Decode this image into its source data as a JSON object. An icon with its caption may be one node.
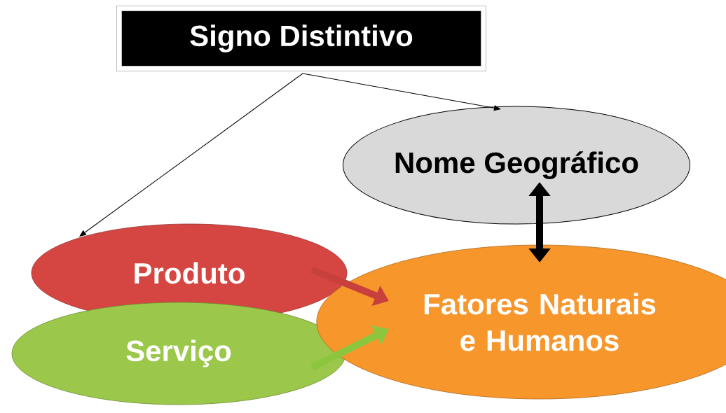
{
  "diagram": {
    "nodes": [
      {
        "text": [
          "Signo Distintivo"
        ]
      },
      {
        "text": [
          "Nome Geográfico"
        ]
      },
      {
        "text": [
          "Produto"
        ]
      },
      {
        "text": [
          "Serviço"
        ]
      },
      {
        "text": [
          "Fatores Naturais e Humanos"
        ]
      }
    ],
    "edges": [
      {
        "from": 0,
        "to": 1,
        "arrow": "to"
      },
      {
        "from": 0,
        "to": 2,
        "arrow": "to"
      },
      {
        "from": 1,
        "to": 4,
        "arrow": "both"
      },
      {
        "from": 2,
        "to": 4,
        "arrow": "to",
        "color": "#c8403c"
      },
      {
        "from": 3,
        "to": 4,
        "arrow": "to",
        "color": "#8cc63f"
      }
    ]
  }
}
